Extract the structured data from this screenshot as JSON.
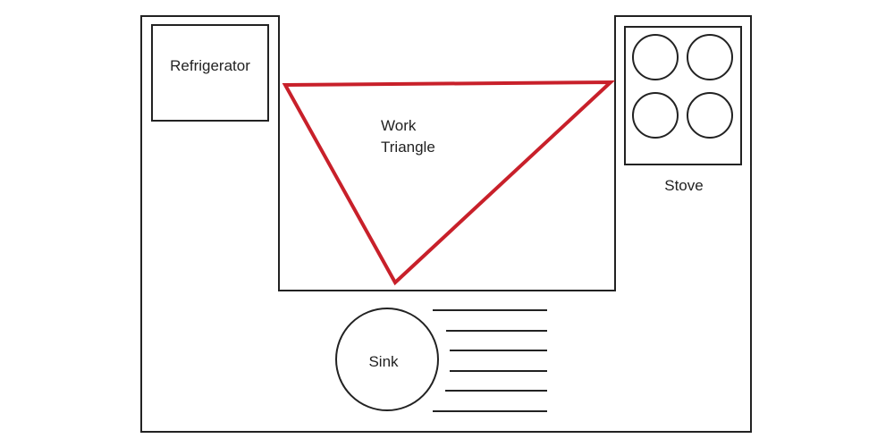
{
  "labels": {
    "refrigerator": "Refrigerator",
    "work_triangle_line1": "Work",
    "work_triangle_line2": "Triangle",
    "stove": "Stove",
    "sink": "Sink"
  },
  "colors": {
    "outline": "#222222",
    "triangle": "#c8202a",
    "background": "#ffffff"
  }
}
